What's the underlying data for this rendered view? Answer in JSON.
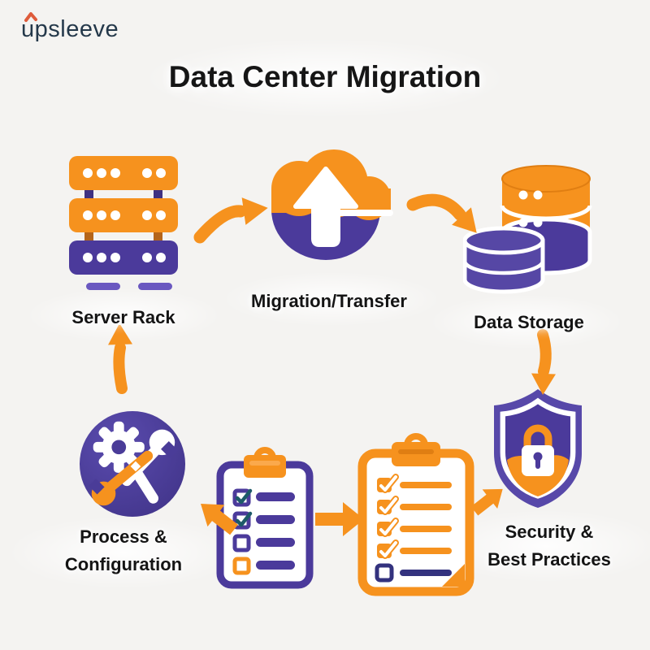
{
  "brand": {
    "name": "upsleeve"
  },
  "title": "Data Center Migration",
  "labels": {
    "server_rack": "Server Rack",
    "migration": "Migration/Transfer",
    "data_storage": "Data Storage",
    "security_line1": "Security &",
    "security_line2": "Best Practices",
    "process_line1": "Process &",
    "process_line2": "Configuration"
  },
  "icons": {
    "server_rack": "server-rack-icon",
    "migration": "cloud-upload-icon",
    "data_storage": "database-stack-icon",
    "security": "shield-lock-icon",
    "process": "gear-wrench-icon",
    "checklist_purple": "clipboard-checklist-purple-icon",
    "checklist_orange": "clipboard-checklist-orange-icon"
  },
  "colors": {
    "orange": "#F6921E",
    "purple": "#4B3A9B",
    "purple_light": "#5C4BB0",
    "teal_check": "#1C5A68",
    "navy_check": "#33327E",
    "logo_text": "#24384A",
    "logo_caret": "#DE5B3B",
    "background": "#F4F3F1",
    "label_text": "#141414"
  }
}
